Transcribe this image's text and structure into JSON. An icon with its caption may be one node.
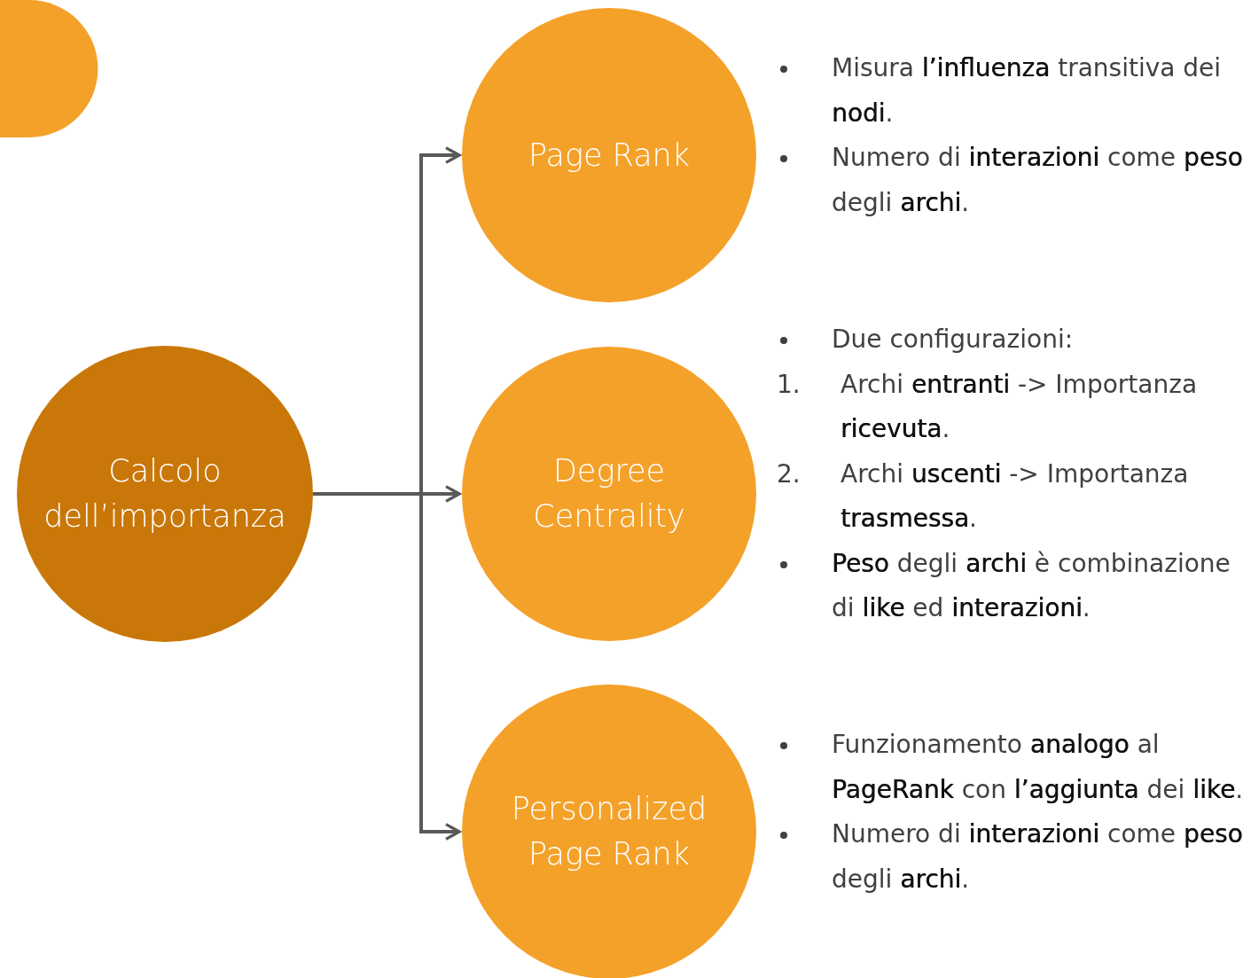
{
  "diagram": {
    "nodes": [
      {
        "text": [
          "Calcolo dell’importanza"
        ]
      },
      {
        "text": [
          "Page Rank"
        ],
        "beside": [
          "Misura **l’influenza** transitiva dei **nodi**.",
          "Numero di **interazioni** come **peso** degli **archi**."
        ]
      },
      {
        "text": [
          "Degree Centrality"
        ],
        "beside": [
          "Due configurazioni:",
          "1. Archi **entranti** -> Importanza **ricevuta**.",
          "2. Archi **uscenti** -> Importanza **trasmessa**.",
          "**Peso** degli **archi** è combinazione di **like** ed **interazioni**."
        ]
      },
      {
        "text": [
          "Personalized Page Rank"
        ],
        "beside": [
          "Funzionamento **analogo** al **PageRank** con **l’aggiunta** dei **like**.",
          "Numero di **interazioni** come **peso** degli **archi**."
        ]
      }
    ],
    "edges": [
      {
        "from": 0,
        "to": 1,
        "arrow": "to"
      },
      {
        "from": 0,
        "to": 2,
        "arrow": "to"
      },
      {
        "from": 0,
        "to": 3,
        "arrow": "to"
      }
    ]
  }
}
